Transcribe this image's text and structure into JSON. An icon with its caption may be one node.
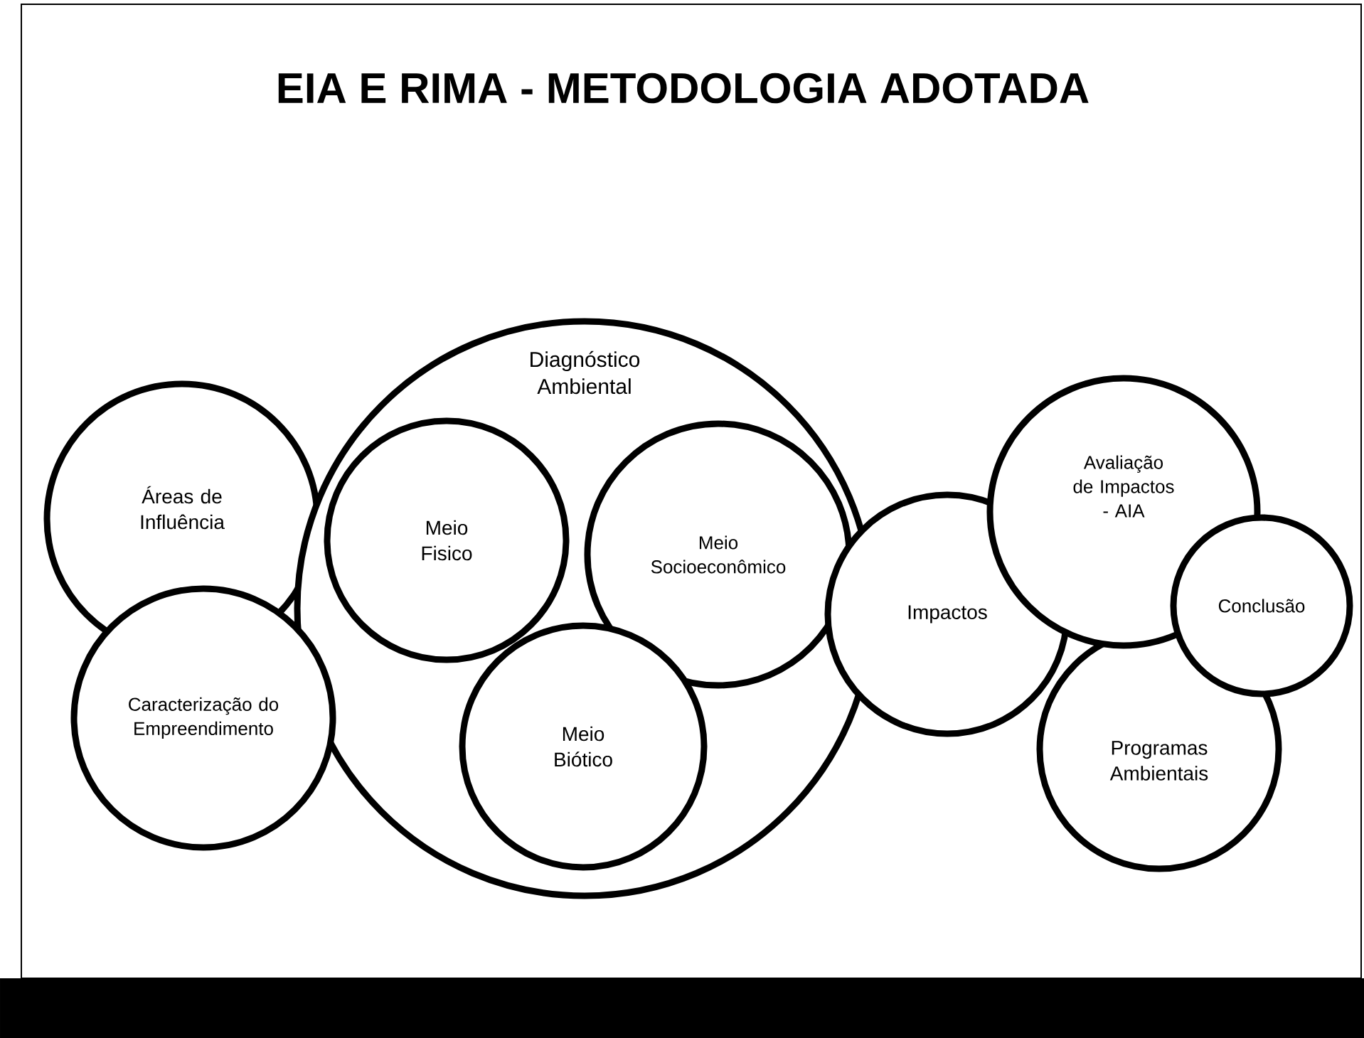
{
  "diagram": {
    "title": "EIA E RIMA - METODOLOGIA ADOTADA",
    "nodes": [
      {
        "text": [
          "Áreas de Influência"
        ]
      },
      {
        "text": [
          "Diagnóstico Ambiental"
        ]
      },
      {
        "text": [
          "Meio Fisico"
        ],
        "in": 1
      },
      {
        "text": [
          "Meio Socioeconômico"
        ],
        "in": 1
      },
      {
        "text": [
          "Meio Biótico"
        ],
        "in": 1
      },
      {
        "text": [
          "Caracterização do Empreendimento"
        ]
      },
      {
        "text": [
          "Impactos"
        ]
      },
      {
        "text": [
          "Avaliação de Impactos - AIA"
        ]
      },
      {
        "text": [
          "Conclusão"
        ]
      },
      {
        "text": [
          "Programas Ambientais"
        ]
      }
    ]
  }
}
